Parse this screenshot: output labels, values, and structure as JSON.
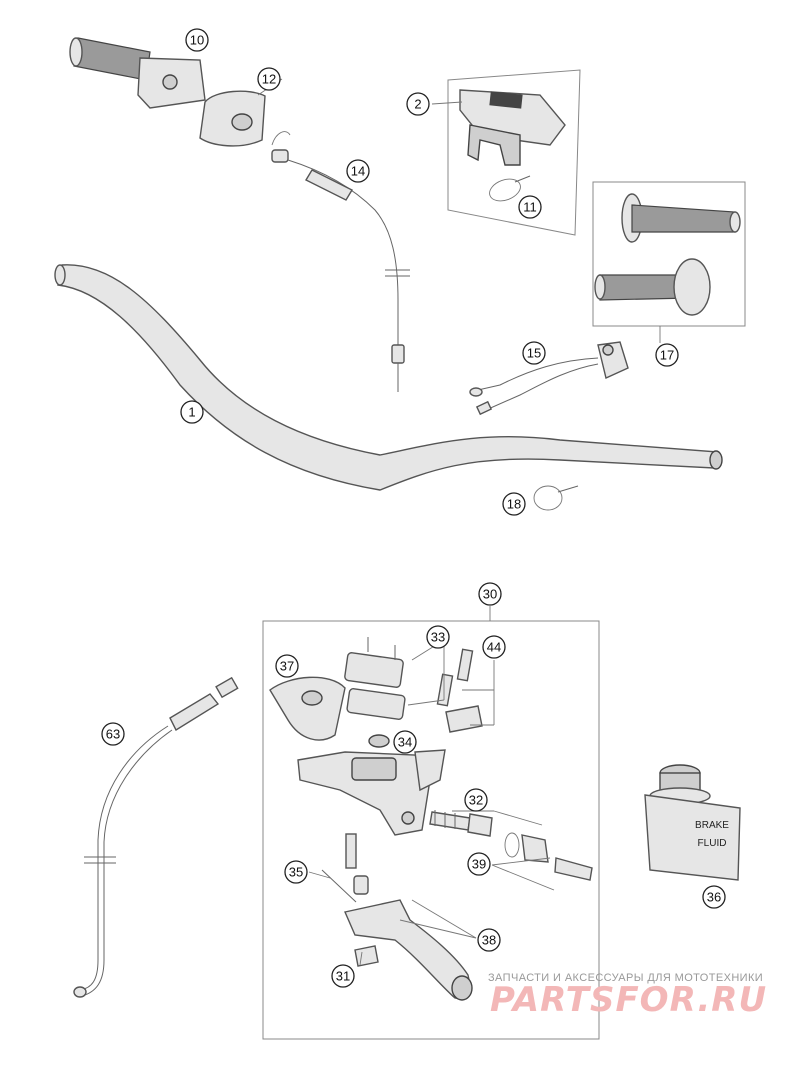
{
  "callouts": {
    "c1": "1",
    "c2": "2",
    "c10": "10",
    "c11": "11",
    "c12": "12",
    "c14": "14",
    "c15": "15",
    "c17": "17",
    "c18": "18",
    "c30": "30",
    "c31": "31",
    "c32": "32",
    "c33": "33",
    "c34": "34",
    "c35": "35",
    "c36": "36",
    "c37": "37",
    "c38": "38",
    "c39": "39",
    "c44": "44",
    "c63": "63"
  },
  "bottle_label": {
    "line1": "BRAKE",
    "line2": "FLUID"
  },
  "watermark": {
    "tagline": "ЗАПЧАСТИ И АКСЕССУАРЫ ДЛЯ МОТОТЕХНИКИ",
    "logo": "PARTSFOR.RU"
  }
}
